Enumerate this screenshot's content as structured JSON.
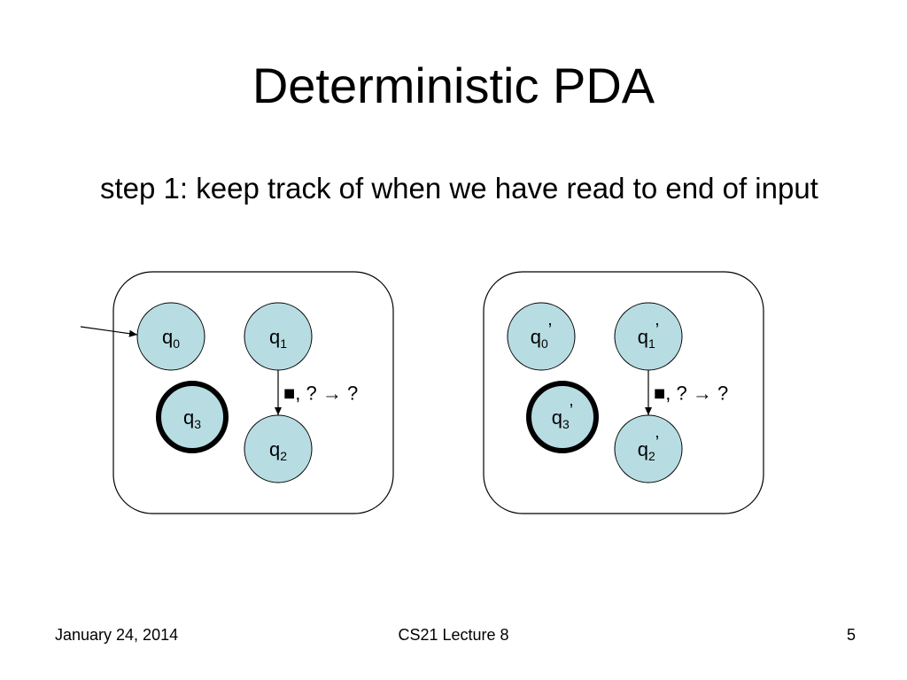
{
  "slide": {
    "title": "Deterministic PDA",
    "bullet": "step 1: keep track of when we have read to end of input"
  },
  "diagram": {
    "colors": {
      "state_fill": "#b7dde3",
      "state_stroke": "#000000",
      "box_stroke": "#000000"
    },
    "machines": [
      {
        "states": [
          {
            "id": "q0",
            "base": "q",
            "sub": "0",
            "prime": "",
            "start": true,
            "accept": false
          },
          {
            "id": "q1",
            "base": "q",
            "sub": "1",
            "prime": "",
            "start": false,
            "accept": false
          },
          {
            "id": "q3",
            "base": "q",
            "sub": "3",
            "prime": "",
            "start": false,
            "accept": true
          },
          {
            "id": "q2",
            "base": "q",
            "sub": "2",
            "prime": "",
            "start": false,
            "accept": false
          }
        ],
        "transitions": [
          {
            "from": "q1",
            "to": "q2",
            "label": "■, ? → ?"
          }
        ]
      },
      {
        "states": [
          {
            "id": "q0p",
            "base": "q",
            "sub": "0",
            "prime": "’",
            "start": false,
            "accept": false
          },
          {
            "id": "q1p",
            "base": "q",
            "sub": "1",
            "prime": "’",
            "start": false,
            "accept": false
          },
          {
            "id": "q3p",
            "base": "q",
            "sub": "3",
            "prime": "’",
            "start": false,
            "accept": true
          },
          {
            "id": "q2p",
            "base": "q",
            "sub": "2",
            "prime": "’",
            "start": false,
            "accept": false
          }
        ],
        "transitions": [
          {
            "from": "q1p",
            "to": "q2p",
            "label": "■, ? → ?"
          }
        ]
      }
    ]
  },
  "footer": {
    "date": "January 24,  2014",
    "course": "CS21 Lecture 8",
    "page": "5"
  }
}
